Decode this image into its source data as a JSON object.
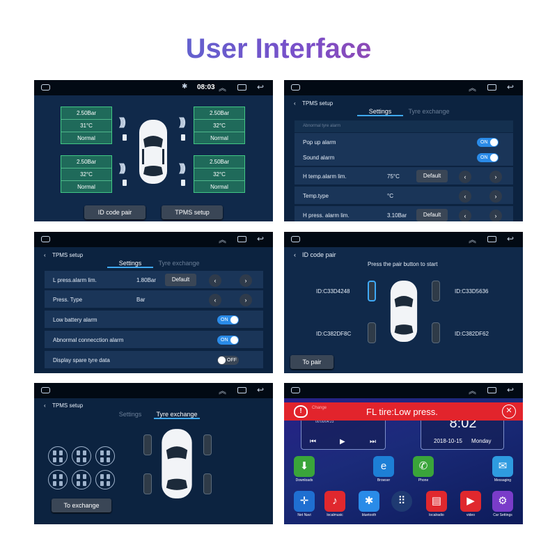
{
  "page_title": "User Interface",
  "panel1": {
    "time": "08:03",
    "tyres": [
      {
        "pressure": "2.50Bar",
        "temp": "31°C",
        "status": "Normal"
      },
      {
        "pressure": "2.50Bar",
        "temp": "32°C",
        "status": "Normal"
      },
      {
        "pressure": "2.50Bar",
        "temp": "32°C",
        "status": "Normal"
      },
      {
        "pressure": "2.50Bar",
        "temp": "32°C",
        "status": "Normal"
      }
    ],
    "id_code_pair_label": "ID code pair",
    "tpms_setup_label": "TPMS setup"
  },
  "panel2": {
    "back_label": "TPMS setup",
    "tab_settings": "Settings",
    "tab_exchange": "Tyre exchange",
    "section_label": "Abnormal tyre alarm",
    "popup_alarm": "Pop up alarm",
    "sound_alarm": "Sound alarm",
    "toggle_on": "ON",
    "h_temp_label": "H temp.alarm lim.",
    "h_temp_value": "75°C",
    "default_label": "Default",
    "temp_type_label": "Temp.type",
    "temp_type_value": "°C",
    "h_press_label": "H press. alarm lim.",
    "h_press_value": "3.10Bar"
  },
  "panel3": {
    "back_label": "TPMS setup",
    "tab_settings": "Settings",
    "tab_exchange": "Tyre exchange",
    "l_press_label": "L press.alarm lim.",
    "l_press_value": "1.80Bar",
    "default_label": "Default",
    "press_type_label": "Press. Type",
    "press_type_value": "Bar",
    "low_battery_label": "Low battery alarm",
    "abnormal_conn_label": "Abnormal connecction alarm",
    "spare_label": "Display spare tyre data",
    "toggle_on": "ON",
    "toggle_off": "OFF"
  },
  "panel4": {
    "back_label": "ID code pair",
    "instruction": "Press the pair button to start",
    "id_fl": "ID:C33D4248",
    "id_fr": "ID:C33D5636",
    "id_rl": "ID:C382DF8C",
    "id_rr": "ID:C382DF62",
    "to_pair_label": "To pair"
  },
  "panel5": {
    "back_label": "TPMS setup",
    "tab_settings": "Settings",
    "tab_exchange": "Tyre exchange",
    "to_exchange_label": "To exchange"
  },
  "panel6": {
    "alert_text": "FL tire:Low press.",
    "media_title": "Change",
    "media_time": "00:00/04:23",
    "clock": "8:02",
    "date": "2018-10-15",
    "weekday": "Monday",
    "apps_row1": [
      {
        "label": "Downloads",
        "icon": "download-icon",
        "color": "#3aa53a"
      },
      {
        "label": "Browser",
        "icon": "browser-icon",
        "color": "#1d7fd6"
      },
      {
        "label": "Phone",
        "icon": "phone-icon",
        "color": "#3aa53a"
      },
      {
        "label": "Messaging",
        "icon": "messaging-icon",
        "color": "#2e9be0"
      }
    ],
    "apps_row2": [
      {
        "label": "Net Navi",
        "icon": "navi-icon",
        "color": "#1f6fd1"
      },
      {
        "label": "localmusic",
        "icon": "music-icon",
        "color": "#e0282e"
      },
      {
        "label": "bluetooth",
        "icon": "bluetooth-icon",
        "color": "#2a8be8"
      },
      {
        "label": "",
        "icon": "apps-grid-icon",
        "color": "#1f3a72"
      },
      {
        "label": "localradio",
        "icon": "radio-icon",
        "color": "#e0282e"
      },
      {
        "label": "video",
        "icon": "video-icon",
        "color": "#e0282e"
      },
      {
        "label": "Car Settings",
        "icon": "car-settings-icon",
        "color": "#7a3cc9"
      }
    ]
  }
}
